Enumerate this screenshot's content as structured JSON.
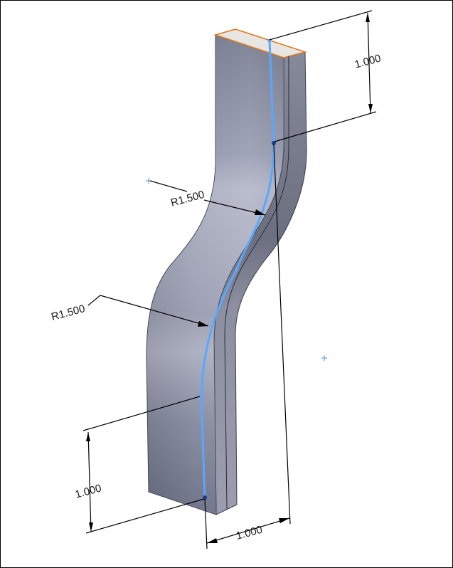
{
  "dimensions": {
    "top_length": "1.000",
    "upper_radius": "R1.500",
    "lower_radius": "R1.500",
    "bottom_length": "1.000",
    "offset_width": "1.000"
  },
  "colors": {
    "sketch_path": "#5aa7ff",
    "edge_highlight": "#e07a1f",
    "dimension": "#000000",
    "origin_marker": "#4a8fd6",
    "background": "#ffffff"
  }
}
